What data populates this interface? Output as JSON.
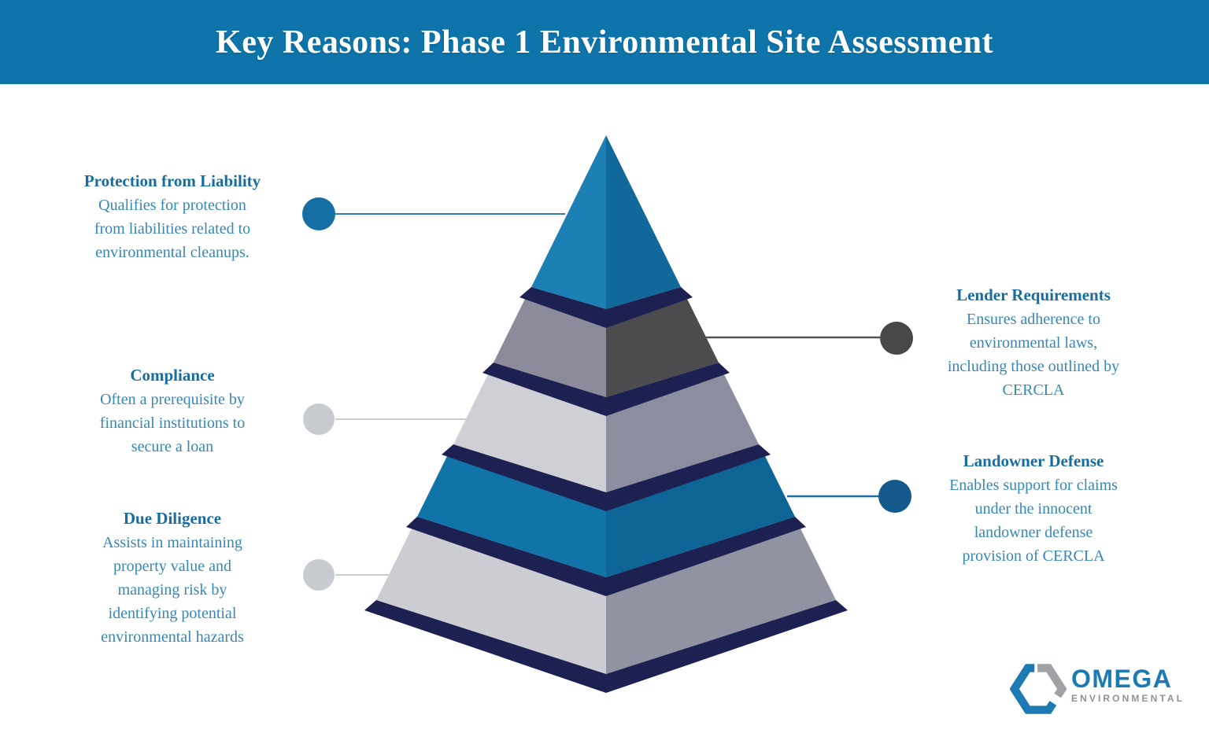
{
  "header": {
    "title": "Key Reasons: Phase 1 Environmental Site Assessment",
    "bg_color": "#0e74a9",
    "text_color": "#ffffff"
  },
  "styles": {
    "heading_color": "#176da0",
    "body_color": "#3787b5"
  },
  "callouts": [
    {
      "id": "protection-from-liability",
      "side": "left",
      "title": "Protection from Liability",
      "body_lines": [
        "Qualifies for protection",
        "from liabilities related to",
        "environmental cleanups."
      ],
      "marker_color": "#156fa4",
      "line_color": "#2e7fae"
    },
    {
      "id": "compliance",
      "side": "left",
      "title": "Compliance",
      "body_lines": [
        "Often a prerequisite by",
        "financial institutions to",
        "secure a loan"
      ],
      "marker_color": "#c8cbd0",
      "line_color": "#c8cbd0"
    },
    {
      "id": "due-diligence",
      "side": "left",
      "title": "Due Diligence",
      "body_lines": [
        "Assists in maintaining",
        "property value and",
        "managing risk by",
        "identifying potential",
        "environmental hazards"
      ],
      "marker_color": "#c8cbd0",
      "line_color": "#c8cbd0"
    },
    {
      "id": "lender-requirements",
      "side": "right",
      "title": "Lender Requirements",
      "body_lines": [
        "Ensures adherence to",
        "environmental laws,",
        "including those outlined by",
        "CERCLA"
      ],
      "marker_color": "#474849",
      "line_color": "#545556"
    },
    {
      "id": "landowner-defense",
      "side": "right",
      "title": "Landowner Defense",
      "body_lines": [
        "Enables support for claims",
        "under the innocent",
        "landowner defense",
        "provision of CERCLA"
      ],
      "marker_color": "#155a8c",
      "line_color": "#1e6b9e"
    }
  ],
  "pyramid": {
    "band_color": "#1c2152",
    "layers": [
      {
        "name": "tier-1-top",
        "left_color": "#1c80b4",
        "right_color": "#11689b"
      },
      {
        "name": "tier-2",
        "left_color": "#8b8b9c",
        "right_color": "#4c4c4f"
      },
      {
        "name": "tier-3",
        "left_color": "#ced0d5",
        "right_color": "#8c8d9e"
      },
      {
        "name": "tier-4",
        "left_color": "#1174a9",
        "right_color": "#0d6595"
      },
      {
        "name": "tier-5-base",
        "left_color": "#cbcdd2",
        "right_color": "#9193a2"
      }
    ]
  },
  "logo": {
    "name": "OMEGA",
    "subtitle": "ENVIRONMENTAL",
    "name_color": "#1d7ab2",
    "subtitle_color": "#8e9194",
    "hex_left_color": "#1d7ab2",
    "hex_right_color": "#a0a2a5"
  }
}
